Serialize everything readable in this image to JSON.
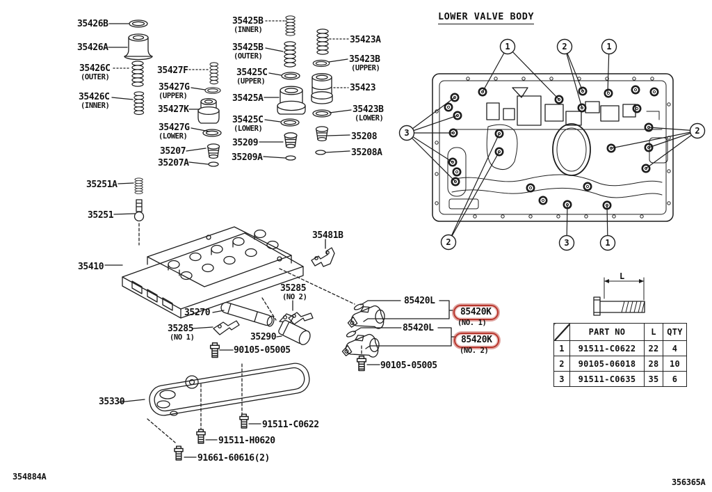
{
  "colors": {
    "line": "#1c1c1c",
    "highlight_red": "#b8352c",
    "background": "#ffffff"
  },
  "valve_body": {
    "title": "LOWER VALVE BODY",
    "callout_1": "1",
    "callout_2": "2",
    "callout_3": "3"
  },
  "labels": {
    "p35426b": {
      "text": "35426B"
    },
    "p35426a": {
      "text": "35426A"
    },
    "p35426c_outer": {
      "text": "35426C",
      "sub": "(OUTER)"
    },
    "p35426c_inner": {
      "text": "35426C",
      "sub": "(INNER)"
    },
    "p35427f": {
      "text": "35427F"
    },
    "p35427g_upper": {
      "text": "35427G",
      "sub": "(UPPER)"
    },
    "p35427k": {
      "text": "35427K"
    },
    "p35427g_lower": {
      "text": "35427G",
      "sub": "(LOWER)"
    },
    "p35207": {
      "text": "35207"
    },
    "p35207a": {
      "text": "35207A"
    },
    "p35425b_inner": {
      "text": "35425B",
      "sub": "(INNER)"
    },
    "p35425b_outer": {
      "text": "35425B",
      "sub": "(OUTER)"
    },
    "p35425c_upper": {
      "text": "35425C",
      "sub": "(UPPER)"
    },
    "p35425a": {
      "text": "35425A"
    },
    "p35425c_lower": {
      "text": "35425C",
      "sub": "(LOWER)"
    },
    "p35209": {
      "text": "35209"
    },
    "p35209a": {
      "text": "35209A"
    },
    "p35423a": {
      "text": "35423A"
    },
    "p35423b_upper": {
      "text": "35423B",
      "sub": "(UPPER)"
    },
    "p35423": {
      "text": "35423"
    },
    "p35423b_lower": {
      "text": "35423B",
      "sub": "(LOWER)"
    },
    "p35208": {
      "text": "35208"
    },
    "p35208a": {
      "text": "35208A"
    },
    "p35251a": {
      "text": "35251A"
    },
    "p35251": {
      "text": "35251"
    },
    "p35410": {
      "text": "35410"
    },
    "p35481b": {
      "text": "35481B"
    },
    "p35285_no2": {
      "text": "35285",
      "sub": "(NO 2)"
    },
    "p35270": {
      "text": "35270"
    },
    "p35285_no1": {
      "text": "35285",
      "sub": "(NO 1)"
    },
    "p35290": {
      "text": "35290"
    },
    "p90105_05005_left": {
      "text": "90105-05005"
    },
    "p35330": {
      "text": "35330"
    },
    "p91511_c0622": {
      "text": "91511-C0622"
    },
    "p91511_h0620": {
      "text": "91511-H0620"
    },
    "p91661_60616": {
      "text": "91661-60616(2)"
    },
    "p85420l_1": {
      "text": "85420L"
    },
    "p85420k_1": {
      "text": "85420K",
      "sub": "(NO. 1)"
    },
    "p85420l_2": {
      "text": "85420L"
    },
    "p85420k_2": {
      "text": "85420K",
      "sub": "(NO. 2)"
    },
    "p90105_05005_mid": {
      "text": "90105-05005"
    }
  },
  "bolt_table": {
    "dim_label": "L",
    "headers": {
      "part_no": "PART NO",
      "l": "L",
      "qty": "QTY"
    },
    "rows": [
      {
        "num": "1",
        "part_no": "91511-C0622",
        "l": "22",
        "qty": "4"
      },
      {
        "num": "2",
        "part_no": "90105-06018",
        "l": "28",
        "qty": "10"
      },
      {
        "num": "3",
        "part_no": "91511-C0635",
        "l": "35",
        "qty": "6"
      }
    ]
  },
  "footer": {
    "left": "354884A",
    "right": "356365A"
  }
}
